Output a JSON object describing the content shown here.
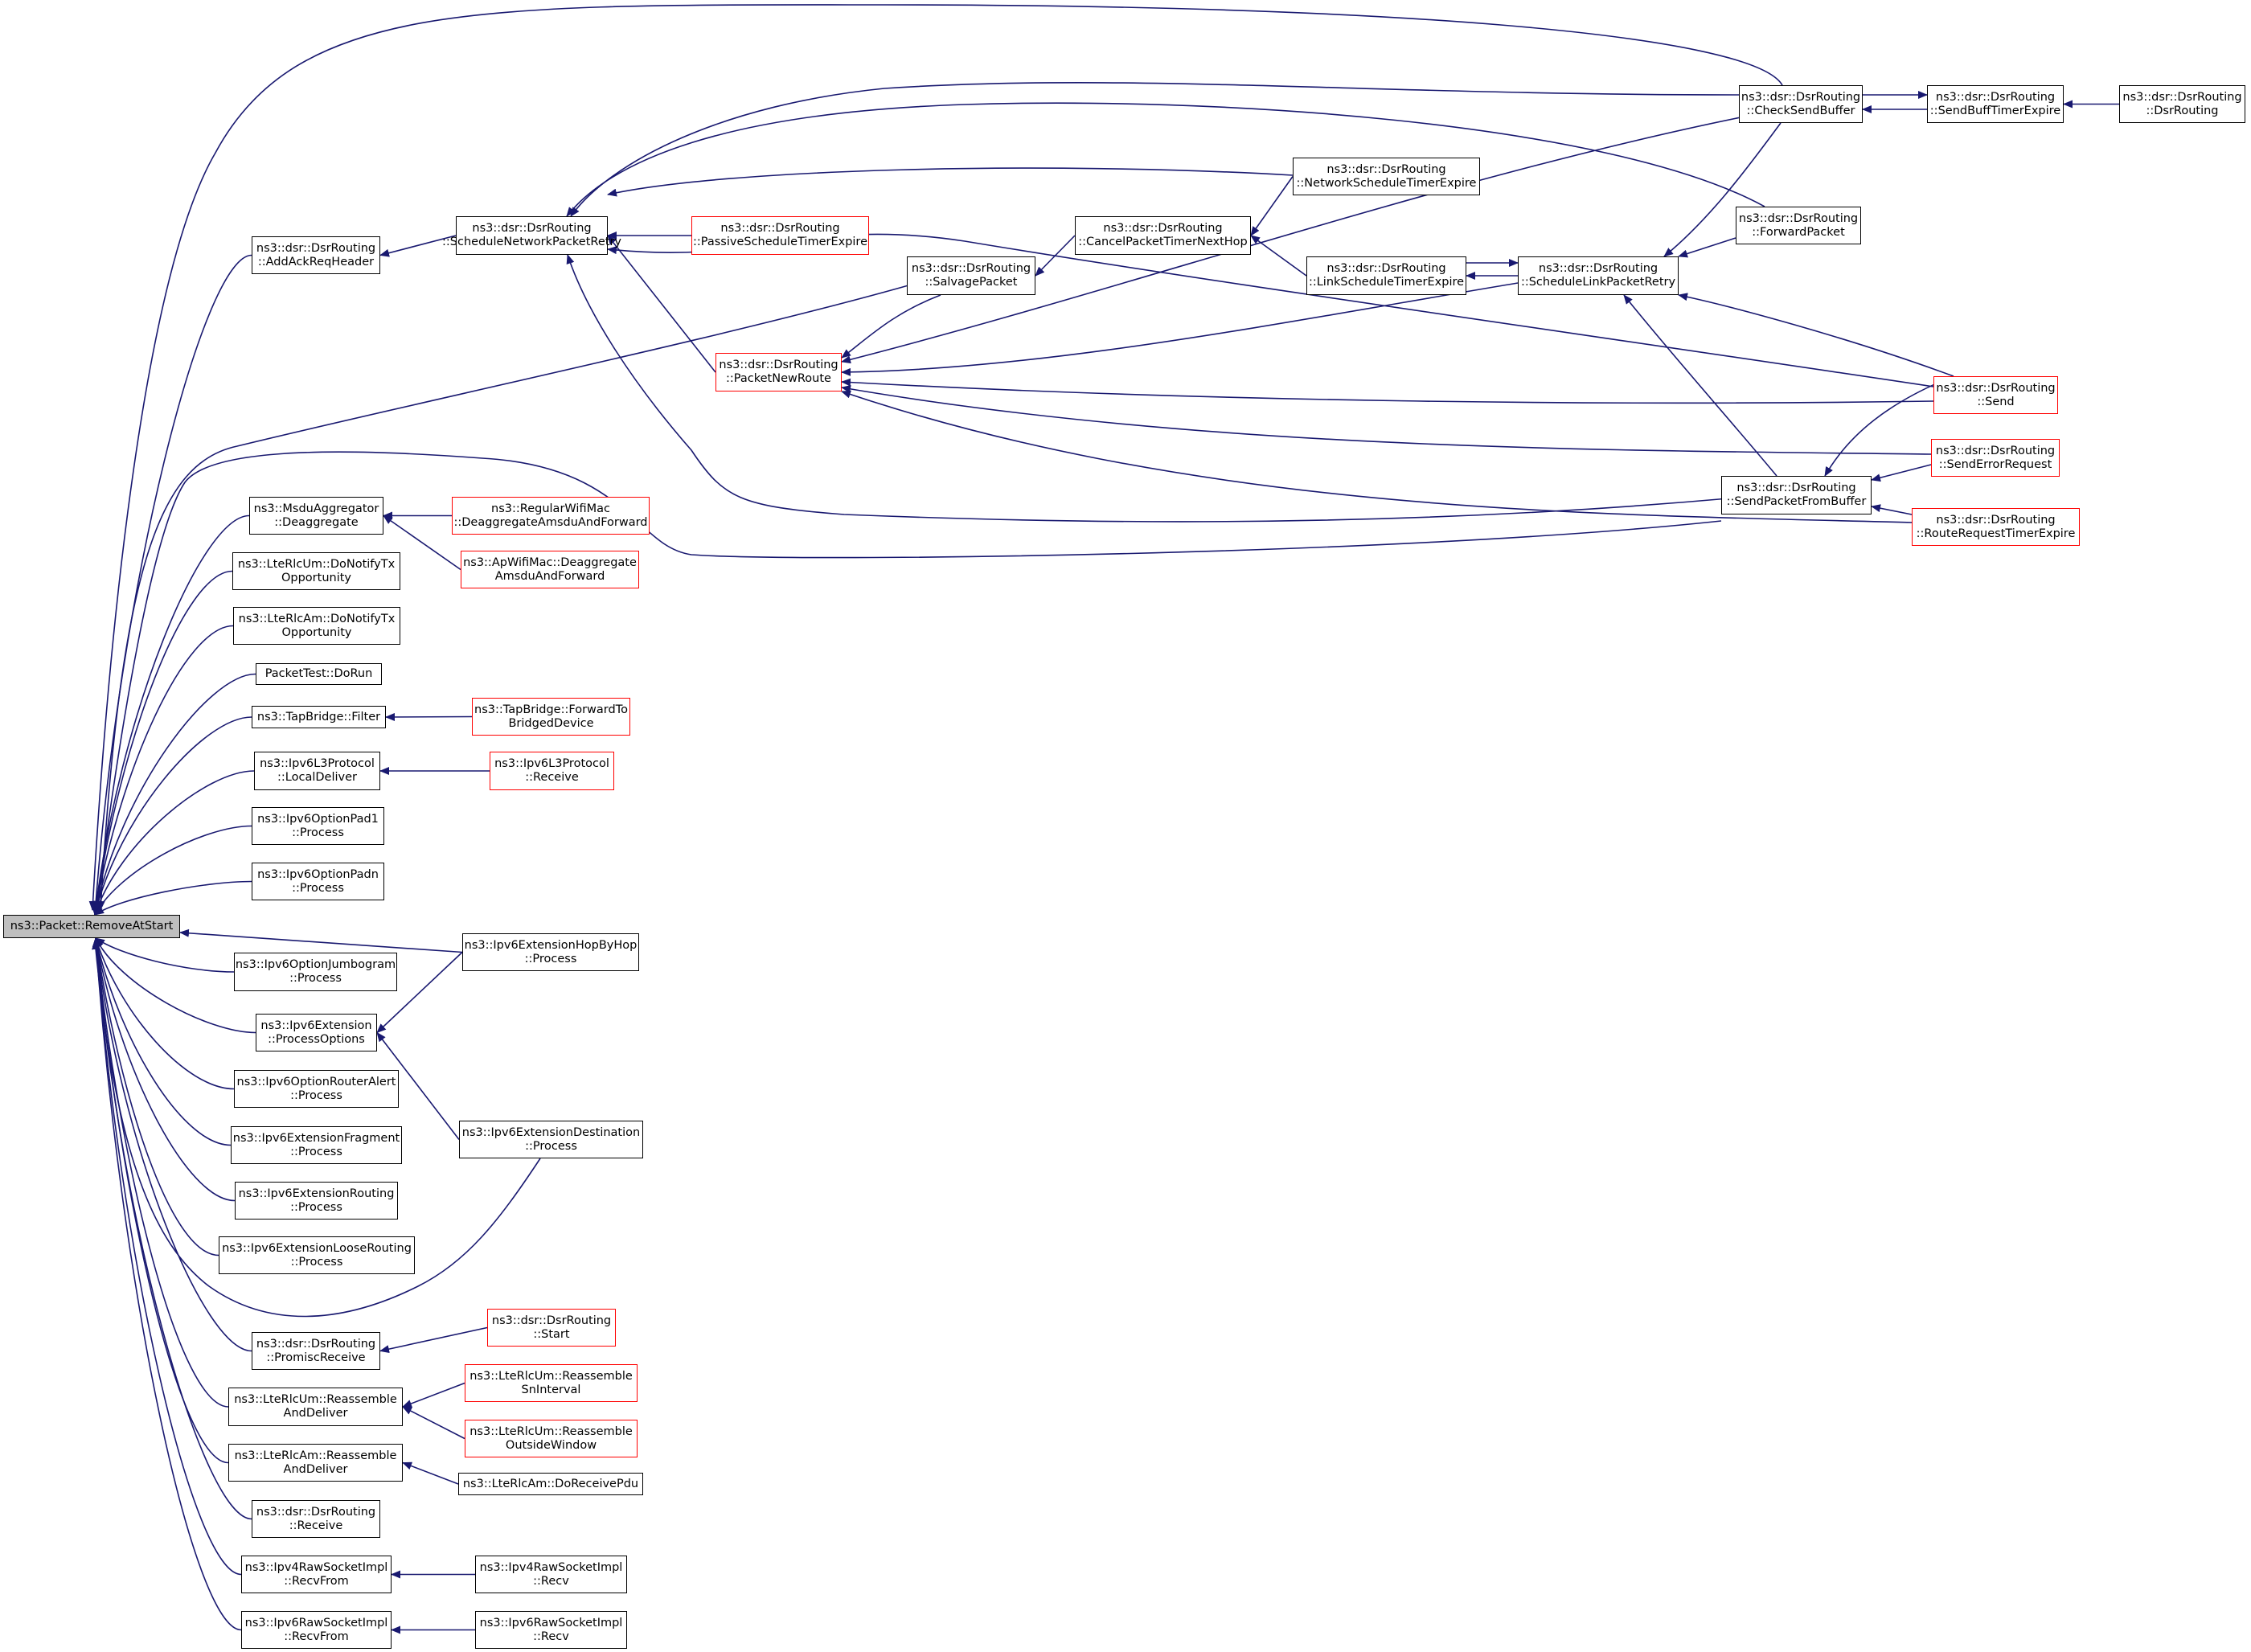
{
  "graph": {
    "edge_color": "#191970",
    "nodes": [
      {
        "id": "root",
        "lines": [
          "ns3::Packet::RemoveAtStart"
        ],
        "style": "root"
      },
      {
        "id": "addAck",
        "lines": [
          "ns3::dsr::DsrRouting",
          "::AddAckReqHeader"
        ],
        "style": "black"
      },
      {
        "id": "schedNPR",
        "lines": [
          "ns3::dsr::DsrRouting",
          "::ScheduleNetworkPacketRetry"
        ],
        "style": "black"
      },
      {
        "id": "passive",
        "lines": [
          "ns3::dsr::DsrRouting",
          "::PassiveScheduleTimerExpire"
        ],
        "style": "red"
      },
      {
        "id": "cancelTimer",
        "lines": [
          "ns3::dsr::DsrRouting",
          "::CancelPacketTimerNextHop"
        ],
        "style": "black"
      },
      {
        "id": "salvage",
        "lines": [
          "ns3::dsr::DsrRouting",
          "::SalvagePacket"
        ],
        "style": "black"
      },
      {
        "id": "packetNewRoute",
        "lines": [
          "ns3::dsr::DsrRouting",
          "::PacketNewRoute"
        ],
        "style": "red"
      },
      {
        "id": "netSchedTimer",
        "lines": [
          "ns3::dsr::DsrRouting",
          "::NetworkScheduleTimerExpire"
        ],
        "style": "black"
      },
      {
        "id": "linkSchedTimer",
        "lines": [
          "ns3::dsr::DsrRouting",
          "::LinkScheduleTimerExpire"
        ],
        "style": "black"
      },
      {
        "id": "schedLPR",
        "lines": [
          "ns3::dsr::DsrRouting",
          "::ScheduleLinkPacketRetry"
        ],
        "style": "black"
      },
      {
        "id": "checkSendBuf",
        "lines": [
          "ns3::dsr::DsrRouting",
          "::CheckSendBuffer"
        ],
        "style": "black"
      },
      {
        "id": "sendBuffTimer",
        "lines": [
          "ns3::dsr::DsrRouting",
          "::SendBuffTimerExpire"
        ],
        "style": "black"
      },
      {
        "id": "dsrRouting",
        "lines": [
          "ns3::dsr::DsrRouting",
          "::DsrRouting"
        ],
        "style": "black"
      },
      {
        "id": "forwardPacket",
        "lines": [
          "ns3::dsr::DsrRouting",
          "::ForwardPacket"
        ],
        "style": "black"
      },
      {
        "id": "dsrSend",
        "lines": [
          "ns3::dsr::DsrRouting",
          "::Send"
        ],
        "style": "red"
      },
      {
        "id": "sendErrReq",
        "lines": [
          "ns3::dsr::DsrRouting",
          "::SendErrorRequest"
        ],
        "style": "red"
      },
      {
        "id": "sendPktFromBuf",
        "lines": [
          "ns3::dsr::DsrRouting",
          "::SendPacketFromBuffer"
        ],
        "style": "black"
      },
      {
        "id": "routeReqTimer",
        "lines": [
          "ns3::dsr::DsrRouting",
          "::RouteRequestTimerExpire"
        ],
        "style": "red"
      },
      {
        "id": "msduDeagg",
        "lines": [
          "ns3::MsduAggregator",
          "::Deaggregate"
        ],
        "style": "black"
      },
      {
        "id": "regWifiDeagg",
        "lines": [
          "ns3::RegularWifiMac",
          "::DeaggregateAmsduAndForward"
        ],
        "style": "red"
      },
      {
        "id": "apWifiDeagg",
        "lines": [
          "ns3::ApWifiMac::Deaggregate",
          "AmsduAndForward"
        ],
        "style": "red"
      },
      {
        "id": "lteRlcUmNotify",
        "lines": [
          "ns3::LteRlcUm::DoNotifyTx",
          "Opportunity"
        ],
        "style": "black"
      },
      {
        "id": "lteRlcAmNotify",
        "lines": [
          "ns3::LteRlcAm::DoNotifyTx",
          "Opportunity"
        ],
        "style": "black"
      },
      {
        "id": "packetTest",
        "lines": [
          "PacketTest::DoRun"
        ],
        "style": "black"
      },
      {
        "id": "tapFilter",
        "lines": [
          "ns3::TapBridge::Filter"
        ],
        "style": "black"
      },
      {
        "id": "tapForward",
        "lines": [
          "ns3::TapBridge::ForwardTo",
          "BridgedDevice"
        ],
        "style": "red"
      },
      {
        "id": "ipv6L3Local",
        "lines": [
          "ns3::Ipv6L3Protocol",
          "::LocalDeliver"
        ],
        "style": "black"
      },
      {
        "id": "ipv6L3Receive",
        "lines": [
          "ns3::Ipv6L3Protocol",
          "::Receive"
        ],
        "style": "red"
      },
      {
        "id": "ipv6Pad1",
        "lines": [
          "ns3::Ipv6OptionPad1",
          "::Process"
        ],
        "style": "black"
      },
      {
        "id": "ipv6Padn",
        "lines": [
          "ns3::Ipv6OptionPadn",
          "::Process"
        ],
        "style": "black"
      },
      {
        "id": "ipv6HopByHop",
        "lines": [
          "ns3::Ipv6ExtensionHopByHop",
          "::Process"
        ],
        "style": "black"
      },
      {
        "id": "ipv6Jumbo",
        "lines": [
          "ns3::Ipv6OptionJumbogram",
          "::Process"
        ],
        "style": "black"
      },
      {
        "id": "ipv6ProcOpts",
        "lines": [
          "ns3::Ipv6Extension",
          "::ProcessOptions"
        ],
        "style": "black"
      },
      {
        "id": "ipv6RouterAlert",
        "lines": [
          "ns3::Ipv6OptionRouterAlert",
          "::Process"
        ],
        "style": "black"
      },
      {
        "id": "ipv6Dest",
        "lines": [
          "ns3::Ipv6ExtensionDestination",
          "::Process"
        ],
        "style": "black"
      },
      {
        "id": "ipv6Frag",
        "lines": [
          "ns3::Ipv6ExtensionFragment",
          "::Process"
        ],
        "style": "black"
      },
      {
        "id": "ipv6Routing",
        "lines": [
          "ns3::Ipv6ExtensionRouting",
          "::Process"
        ],
        "style": "black"
      },
      {
        "id": "ipv6Loose",
        "lines": [
          "ns3::Ipv6ExtensionLooseRouting",
          "::Process"
        ],
        "style": "black"
      },
      {
        "id": "dsrPromisc",
        "lines": [
          "ns3::dsr::DsrRouting",
          "::PromiscReceive"
        ],
        "style": "black"
      },
      {
        "id": "dsrStart",
        "lines": [
          "ns3::dsr::DsrRouting",
          "::Start"
        ],
        "style": "red"
      },
      {
        "id": "lteRlcUmReasm",
        "lines": [
          "ns3::LteRlcUm::Reassemble",
          "AndDeliver"
        ],
        "style": "black"
      },
      {
        "id": "lteRlcUmSn",
        "lines": [
          "ns3::LteRlcUm::Reassemble",
          "SnInterval"
        ],
        "style": "red"
      },
      {
        "id": "lteRlcUmOutside",
        "lines": [
          "ns3::LteRlcUm::Reassemble",
          "OutsideWindow"
        ],
        "style": "red"
      },
      {
        "id": "lteRlcAmReasm",
        "lines": [
          "ns3::LteRlcAm::Reassemble",
          "AndDeliver"
        ],
        "style": "black"
      },
      {
        "id": "lteRlcAmRecv",
        "lines": [
          "ns3::LteRlcAm::DoReceivePdu"
        ],
        "style": "black"
      },
      {
        "id": "dsrReceive",
        "lines": [
          "ns3::dsr::DsrRouting",
          "::Receive"
        ],
        "style": "black"
      },
      {
        "id": "ipv4RawRecvFrom",
        "lines": [
          "ns3::Ipv4RawSocketImpl",
          "::RecvFrom"
        ],
        "style": "black"
      },
      {
        "id": "ipv4RawRecv",
        "lines": [
          "ns3::Ipv4RawSocketImpl",
          "::Recv"
        ],
        "style": "black"
      },
      {
        "id": "ipv6RawRecvFrom",
        "lines": [
          "ns3::Ipv6RawSocketImpl",
          "::RecvFrom"
        ],
        "style": "black"
      },
      {
        "id": "ipv6RawRecv",
        "lines": [
          "ns3::Ipv6RawSocketImpl",
          "::Recv"
        ],
        "style": "black"
      }
    ],
    "edges": [
      [
        "addAck",
        "root"
      ],
      [
        "msduDeagg",
        "root"
      ],
      [
        "lteRlcUmNotify",
        "root"
      ],
      [
        "lteRlcAmNotify",
        "root"
      ],
      [
        "packetTest",
        "root"
      ],
      [
        "tapFilter",
        "root"
      ],
      [
        "ipv6L3Local",
        "root"
      ],
      [
        "ipv6Pad1",
        "root"
      ],
      [
        "ipv6Padn",
        "root"
      ],
      [
        "ipv6HopByHop",
        "root"
      ],
      [
        "ipv6Jumbo",
        "root"
      ],
      [
        "ipv6ProcOpts",
        "root"
      ],
      [
        "ipv6RouterAlert",
        "root"
      ],
      [
        "ipv6Frag",
        "root"
      ],
      [
        "ipv6Routing",
        "root"
      ],
      [
        "ipv6Loose",
        "root"
      ],
      [
        "dsrPromisc",
        "root"
      ],
      [
        "lteRlcUmReasm",
        "root"
      ],
      [
        "lteRlcAmReasm",
        "root"
      ],
      [
        "dsrReceive",
        "root"
      ],
      [
        "ipv4RawRecvFrom",
        "root"
      ],
      [
        "ipv6RawRecvFrom",
        "root"
      ],
      [
        "salvage",
        "root"
      ],
      [
        "checkSendBuf",
        "root"
      ],
      [
        "sendPktFromBuf",
        "root"
      ],
      [
        "ipv6Dest",
        "root"
      ],
      [
        "schedNPR",
        "addAck"
      ],
      [
        "passive",
        "schedNPR"
      ],
      [
        "netSchedTimer",
        "schedNPR"
      ],
      [
        "packetNewRoute",
        "schedNPR"
      ],
      [
        "checkSendBuf",
        "schedNPR"
      ],
      [
        "sendPktFromBuf",
        "schedNPR"
      ],
      [
        "forwardPacket",
        "schedNPR"
      ],
      [
        "dsrSend",
        "schedNPR"
      ],
      [
        "netSchedTimer",
        "cancelTimer"
      ],
      [
        "linkSchedTimer",
        "cancelTimer"
      ],
      [
        "cancelTimer",
        "salvage"
      ],
      [
        "salvage",
        "packetNewRoute"
      ],
      [
        "checkSendBuf",
        "packetNewRoute"
      ],
      [
        "schedLPR",
        "packetNewRoute"
      ],
      [
        "dsrSend",
        "packetNewRoute"
      ],
      [
        "sendErrReq",
        "packetNewRoute"
      ],
      [
        "routeReqTimer",
        "packetNewRoute"
      ],
      [
        "schedLPR",
        "linkSchedTimer"
      ],
      [
        "linkSchedTimer",
        "schedLPR"
      ],
      [
        "checkSendBuf",
        "schedLPR"
      ],
      [
        "forwardPacket",
        "schedLPR"
      ],
      [
        "dsrSend",
        "schedLPR"
      ],
      [
        "sendPktFromBuf",
        "schedLPR"
      ],
      [
        "sendBuffTimer",
        "checkSendBuf"
      ],
      [
        "checkSendBuf",
        "sendBuffTimer"
      ],
      [
        "dsrRouting",
        "sendBuffTimer"
      ],
      [
        "dsrSend",
        "sendPktFromBuf"
      ],
      [
        "sendErrReq",
        "sendPktFromBuf"
      ],
      [
        "routeReqTimer",
        "sendPktFromBuf"
      ],
      [
        "regWifiDeagg",
        "msduDeagg"
      ],
      [
        "apWifiDeagg",
        "msduDeagg"
      ],
      [
        "tapForward",
        "tapFilter"
      ],
      [
        "ipv6L3Receive",
        "ipv6L3Local"
      ],
      [
        "ipv6HopByHop",
        "ipv6ProcOpts"
      ],
      [
        "ipv6Dest",
        "ipv6ProcOpts"
      ],
      [
        "dsrStart",
        "dsrPromisc"
      ],
      [
        "lteRlcUmSn",
        "lteRlcUmReasm"
      ],
      [
        "lteRlcUmOutside",
        "lteRlcUmReasm"
      ],
      [
        "lteRlcAmRecv",
        "lteRlcAmReasm"
      ],
      [
        "ipv4RawRecv",
        "ipv4RawRecvFrom"
      ],
      [
        "ipv6RawRecv",
        "ipv6RawRecvFrom"
      ]
    ]
  }
}
